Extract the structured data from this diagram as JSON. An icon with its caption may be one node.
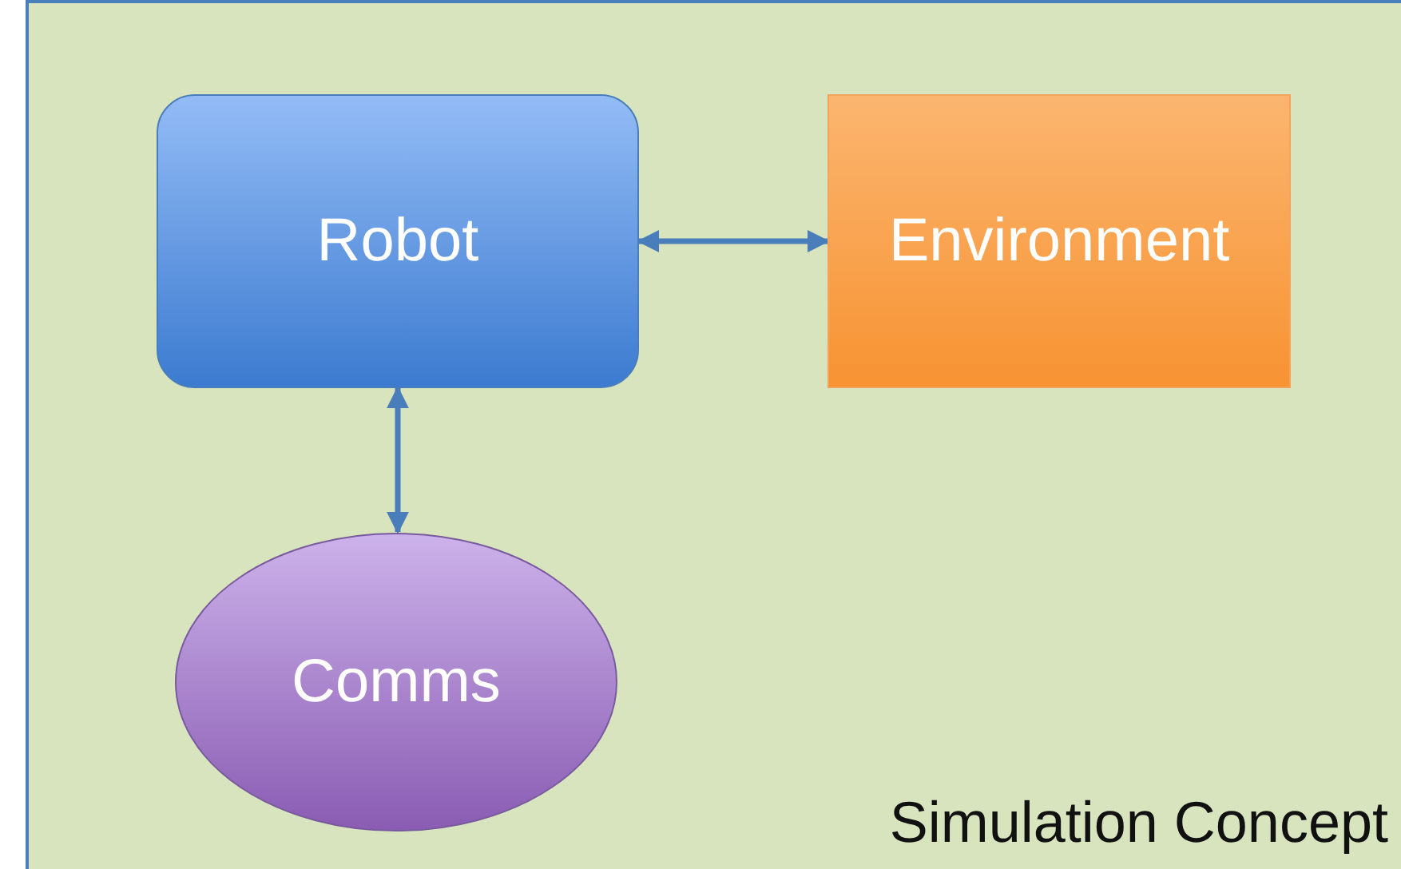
{
  "diagram": {
    "nodes": [
      {
        "text": [
          "Simulation Concept"
        ]
      },
      {
        "text": [
          "Robot"
        ],
        "in": 0
      },
      {
        "text": [
          "Environment"
        ],
        "in": 0
      },
      {
        "text": [
          "Comms"
        ],
        "in": 0
      }
    ],
    "edges": [
      {
        "from": 1,
        "to": 2,
        "arrow": "both"
      },
      {
        "from": 1,
        "to": 3,
        "arrow": "both"
      }
    ]
  }
}
